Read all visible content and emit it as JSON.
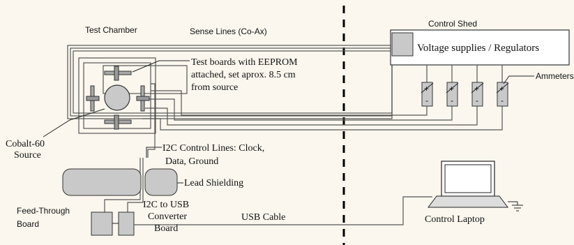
{
  "labels": {
    "test_chamber": "Test Chamber",
    "sense_lines": "Sense Lines (Co-Ax)",
    "control_shed": "Control Shed",
    "voltage_supplies": "Voltage supplies / Regulators",
    "test_boards_line1": "Test boards with EEPROM",
    "test_boards_line2": "attached, set aprox. 8.5 cm",
    "test_boards_line3": "from source",
    "ammeters": "Ammeters",
    "cobalt_line1": "Cobalt-60",
    "cobalt_line2": "Source",
    "i2c_line1": "I2C Control Lines: Clock,",
    "i2c_line2": "Data, Ground",
    "lead_shielding": "Lead Shielding",
    "feed_line1": "Feed-Through",
    "feed_line2": "Board",
    "converter_line1": "I2C to USB",
    "converter_line2": "Converter",
    "converter_line3": "Board",
    "usb_cable": "USB Cable",
    "control_laptop": "Control Laptop",
    "ammeter_plus": "+",
    "ammeter_minus": "-"
  },
  "colors": {
    "background": "#fbf7ee",
    "component_fill": "#c9c9c9",
    "wire": "#555555"
  },
  "icons": [
    "laptop-icon",
    "ground-icon",
    "ammeter-icon"
  ]
}
